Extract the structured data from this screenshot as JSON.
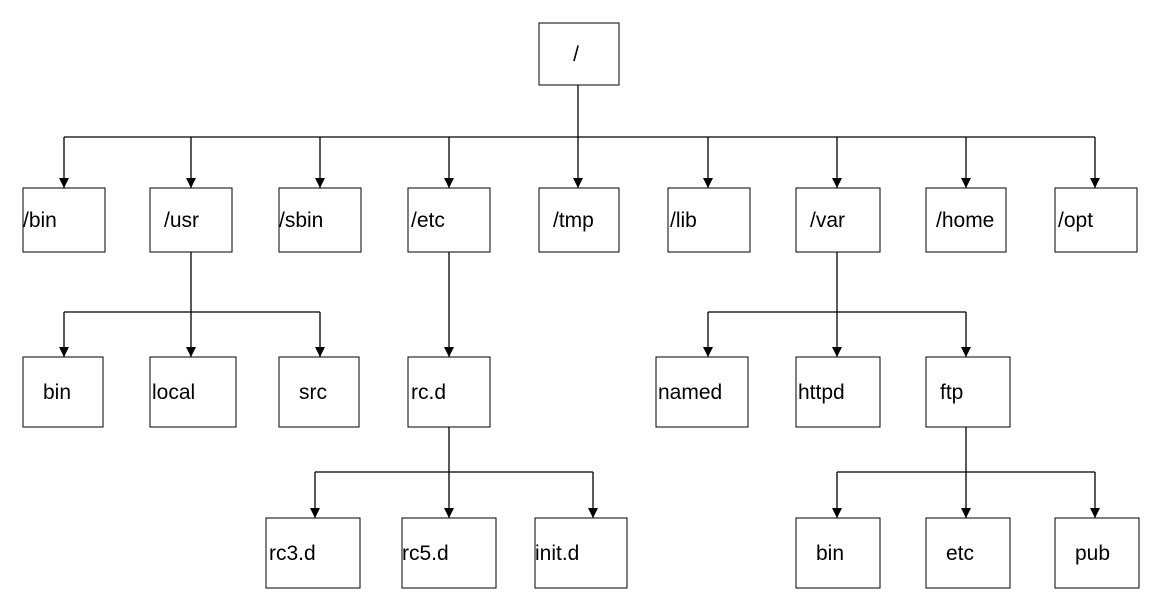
{
  "diagram": {
    "line_color": "#000000",
    "box_fill": "#ffffff",
    "nodes": [
      {
        "id": "root",
        "label": "/"
      },
      {
        "id": "bin",
        "label": "/bin"
      },
      {
        "id": "usr",
        "label": "/usr"
      },
      {
        "id": "sbin",
        "label": "/sbin"
      },
      {
        "id": "etc",
        "label": "/etc"
      },
      {
        "id": "tmp",
        "label": "/tmp"
      },
      {
        "id": "lib",
        "label": "/lib"
      },
      {
        "id": "var",
        "label": "/var"
      },
      {
        "id": "home",
        "label": "/home"
      },
      {
        "id": "opt",
        "label": "/opt"
      },
      {
        "id": "usr_bin",
        "label": "bin"
      },
      {
        "id": "usr_local",
        "label": "local"
      },
      {
        "id": "usr_src",
        "label": "src"
      },
      {
        "id": "etc_rcd",
        "label": "rc.d"
      },
      {
        "id": "var_named",
        "label": "named"
      },
      {
        "id": "var_httpd",
        "label": "httpd"
      },
      {
        "id": "var_ftp",
        "label": "ftp"
      },
      {
        "id": "rc3d",
        "label": "rc3.d"
      },
      {
        "id": "rc5d",
        "label": "rc5.d"
      },
      {
        "id": "initd",
        "label": "init.d"
      },
      {
        "id": "ftp_bin",
        "label": "bin"
      },
      {
        "id": "ftp_etc",
        "label": "etc"
      },
      {
        "id": "ftp_pub",
        "label": "pub"
      }
    ],
    "edges": [
      {
        "from": "root",
        "to": [
          "bin",
          "usr",
          "sbin",
          "etc",
          "tmp",
          "lib",
          "var",
          "home",
          "opt"
        ]
      },
      {
        "from": "usr",
        "to": [
          "usr_bin",
          "usr_local",
          "usr_src"
        ]
      },
      {
        "from": "etc",
        "to": [
          "etc_rcd"
        ]
      },
      {
        "from": "var",
        "to": [
          "var_named",
          "var_httpd",
          "var_ftp"
        ]
      },
      {
        "from": "etc_rcd",
        "to": [
          "rc3d",
          "rc5d",
          "initd"
        ]
      },
      {
        "from": "var_ftp",
        "to": [
          "ftp_bin",
          "ftp_etc",
          "ftp_pub"
        ]
      }
    ]
  }
}
